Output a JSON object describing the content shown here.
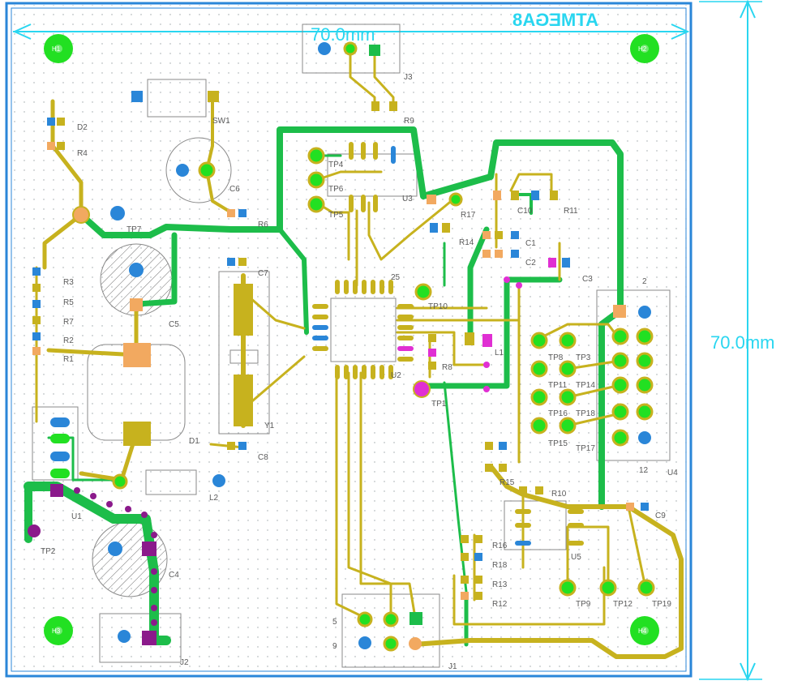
{
  "board": {
    "title_mirrored": "ATMEGA8",
    "width_dim": "70.0mm",
    "height_dim": "70.0mm"
  },
  "mounting_holes": [
    "H1",
    "H2",
    "H3",
    "H4"
  ],
  "references": {
    "D2": "D2",
    "R4": "R4",
    "SW1": "SW1",
    "C6": "C6",
    "J3": "J3",
    "R9": "R9",
    "TP4": "TP4",
    "TP6": "TP6",
    "TP5": "TP5",
    "U3": "U3",
    "R6": "R6",
    "TP7": "TP7",
    "R3": "R3",
    "R5": "R5",
    "R7": "R7",
    "R2": "R2",
    "R1": "R1",
    "C5": "C5",
    "C7": "C7",
    "Y1": "Y1",
    "C8": "C8",
    "D1": "D1",
    "L2": "L2",
    "U1": "U1",
    "TP2": "TP2",
    "C4": "C4",
    "J2": "J2",
    "R11": "R11",
    "C10": "C10",
    "C1": "C1",
    "C2": "C2",
    "R14": "R14",
    "R17": "R17",
    "C3": "C3",
    "TP10": "TP10",
    "U2": "U2",
    "R8": "R8",
    "L1": "L1",
    "TP1": "TP1",
    "TP8": "TP8",
    "TP3": "TP3",
    "TP11": "TP11",
    "TP14": "TP14",
    "TP16": "TP16",
    "TP18": "TP18",
    "TP15": "TP15",
    "TP17": "TP17",
    "U4": "U4",
    "R15": "R15",
    "R10": "R10",
    "C9": "C9",
    "R16": "R16",
    "R18": "R18",
    "R13": "R13",
    "R12": "R12",
    "U5": "U5",
    "TP9": "TP9",
    "TP12": "TP12",
    "TP19": "TP19",
    "J1": "J1",
    "pin25": "25",
    "pin2": "2",
    "pin12": "12",
    "pin5": "5",
    "pin9": "9"
  },
  "colors": {
    "background": "#ffffff",
    "grid_dot": "#9aa3a7",
    "via": "#2a86d8",
    "board_edge": "#2a86d8",
    "dimension": "#29d6f0",
    "copper_top": "#c7b21e",
    "copper_bottom": "#1dbd4a",
    "pad_orange": "#f2a960",
    "highlight": "#e02fd3",
    "dark_pad": "#8b1a8b",
    "mount_hole": "#22e022"
  }
}
